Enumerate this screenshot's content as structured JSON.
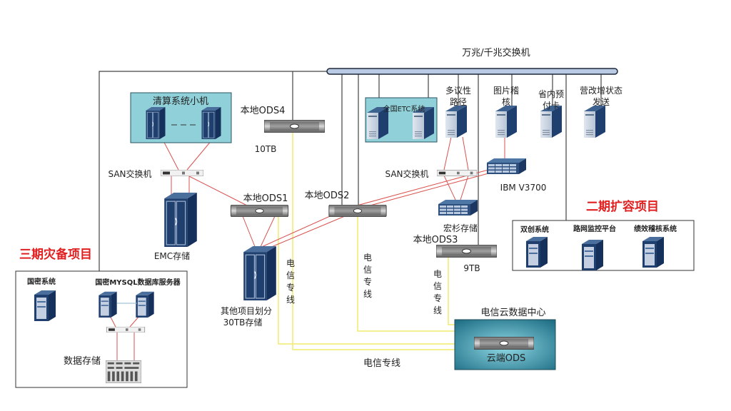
{
  "core_switch": {
    "label": "万兆/千兆交换机"
  },
  "clearing_group": {
    "label": "清算系统小机"
  },
  "etc_group": {
    "label": "全国ETC系统"
  },
  "servers_top": [
    {
      "label_line1": "多议性",
      "label_line2": "路径"
    },
    {
      "label_line1": "图片稽",
      "label_line2": "核"
    },
    {
      "label_line1": "省内预",
      "label_line2": "付卡"
    },
    {
      "label_line1": "营改增状态",
      "label_line2": "发送"
    }
  ],
  "san_switch_left": {
    "label": "SAN交换机"
  },
  "san_switch_right": {
    "label": "SAN交换机"
  },
  "emc_storage": {
    "label": "EMC存储"
  },
  "ods4": {
    "label": "本地ODS4",
    "capacity": "10TB"
  },
  "ods1": {
    "label": "本地ODS1"
  },
  "ods2": {
    "label": "本地ODS2"
  },
  "ods3": {
    "label": "本地ODS3",
    "capacity": "9TB"
  },
  "ibm_storage": {
    "label": "IBM V3700"
  },
  "hongshan_storage": {
    "label": "宏杉存储"
  },
  "other_storage": {
    "label_line1": "其他项目划分",
    "label_line2": "30TB存储"
  },
  "phase2": {
    "title": "二期扩容项目",
    "systems": [
      "双创系统",
      "路网监控平台",
      "绩效稽核系统"
    ]
  },
  "phase3": {
    "title": "三期灾备项目",
    "guomi": "国密系统",
    "mysql": "国密MYSQL数据库服务器",
    "data_storage": "数据存储"
  },
  "cloud": {
    "title": "电信云数据中心",
    "ods_label": "云端ODS"
  },
  "leased_line": {
    "label": "电信专线",
    "chars": [
      "电",
      "信",
      "专",
      "线"
    ]
  },
  "colors": {
    "red_link": "#d9534f",
    "yellow_link": "#f2ef7a",
    "box_teal": "#8fd0d9",
    "title_red": "#e02020"
  }
}
